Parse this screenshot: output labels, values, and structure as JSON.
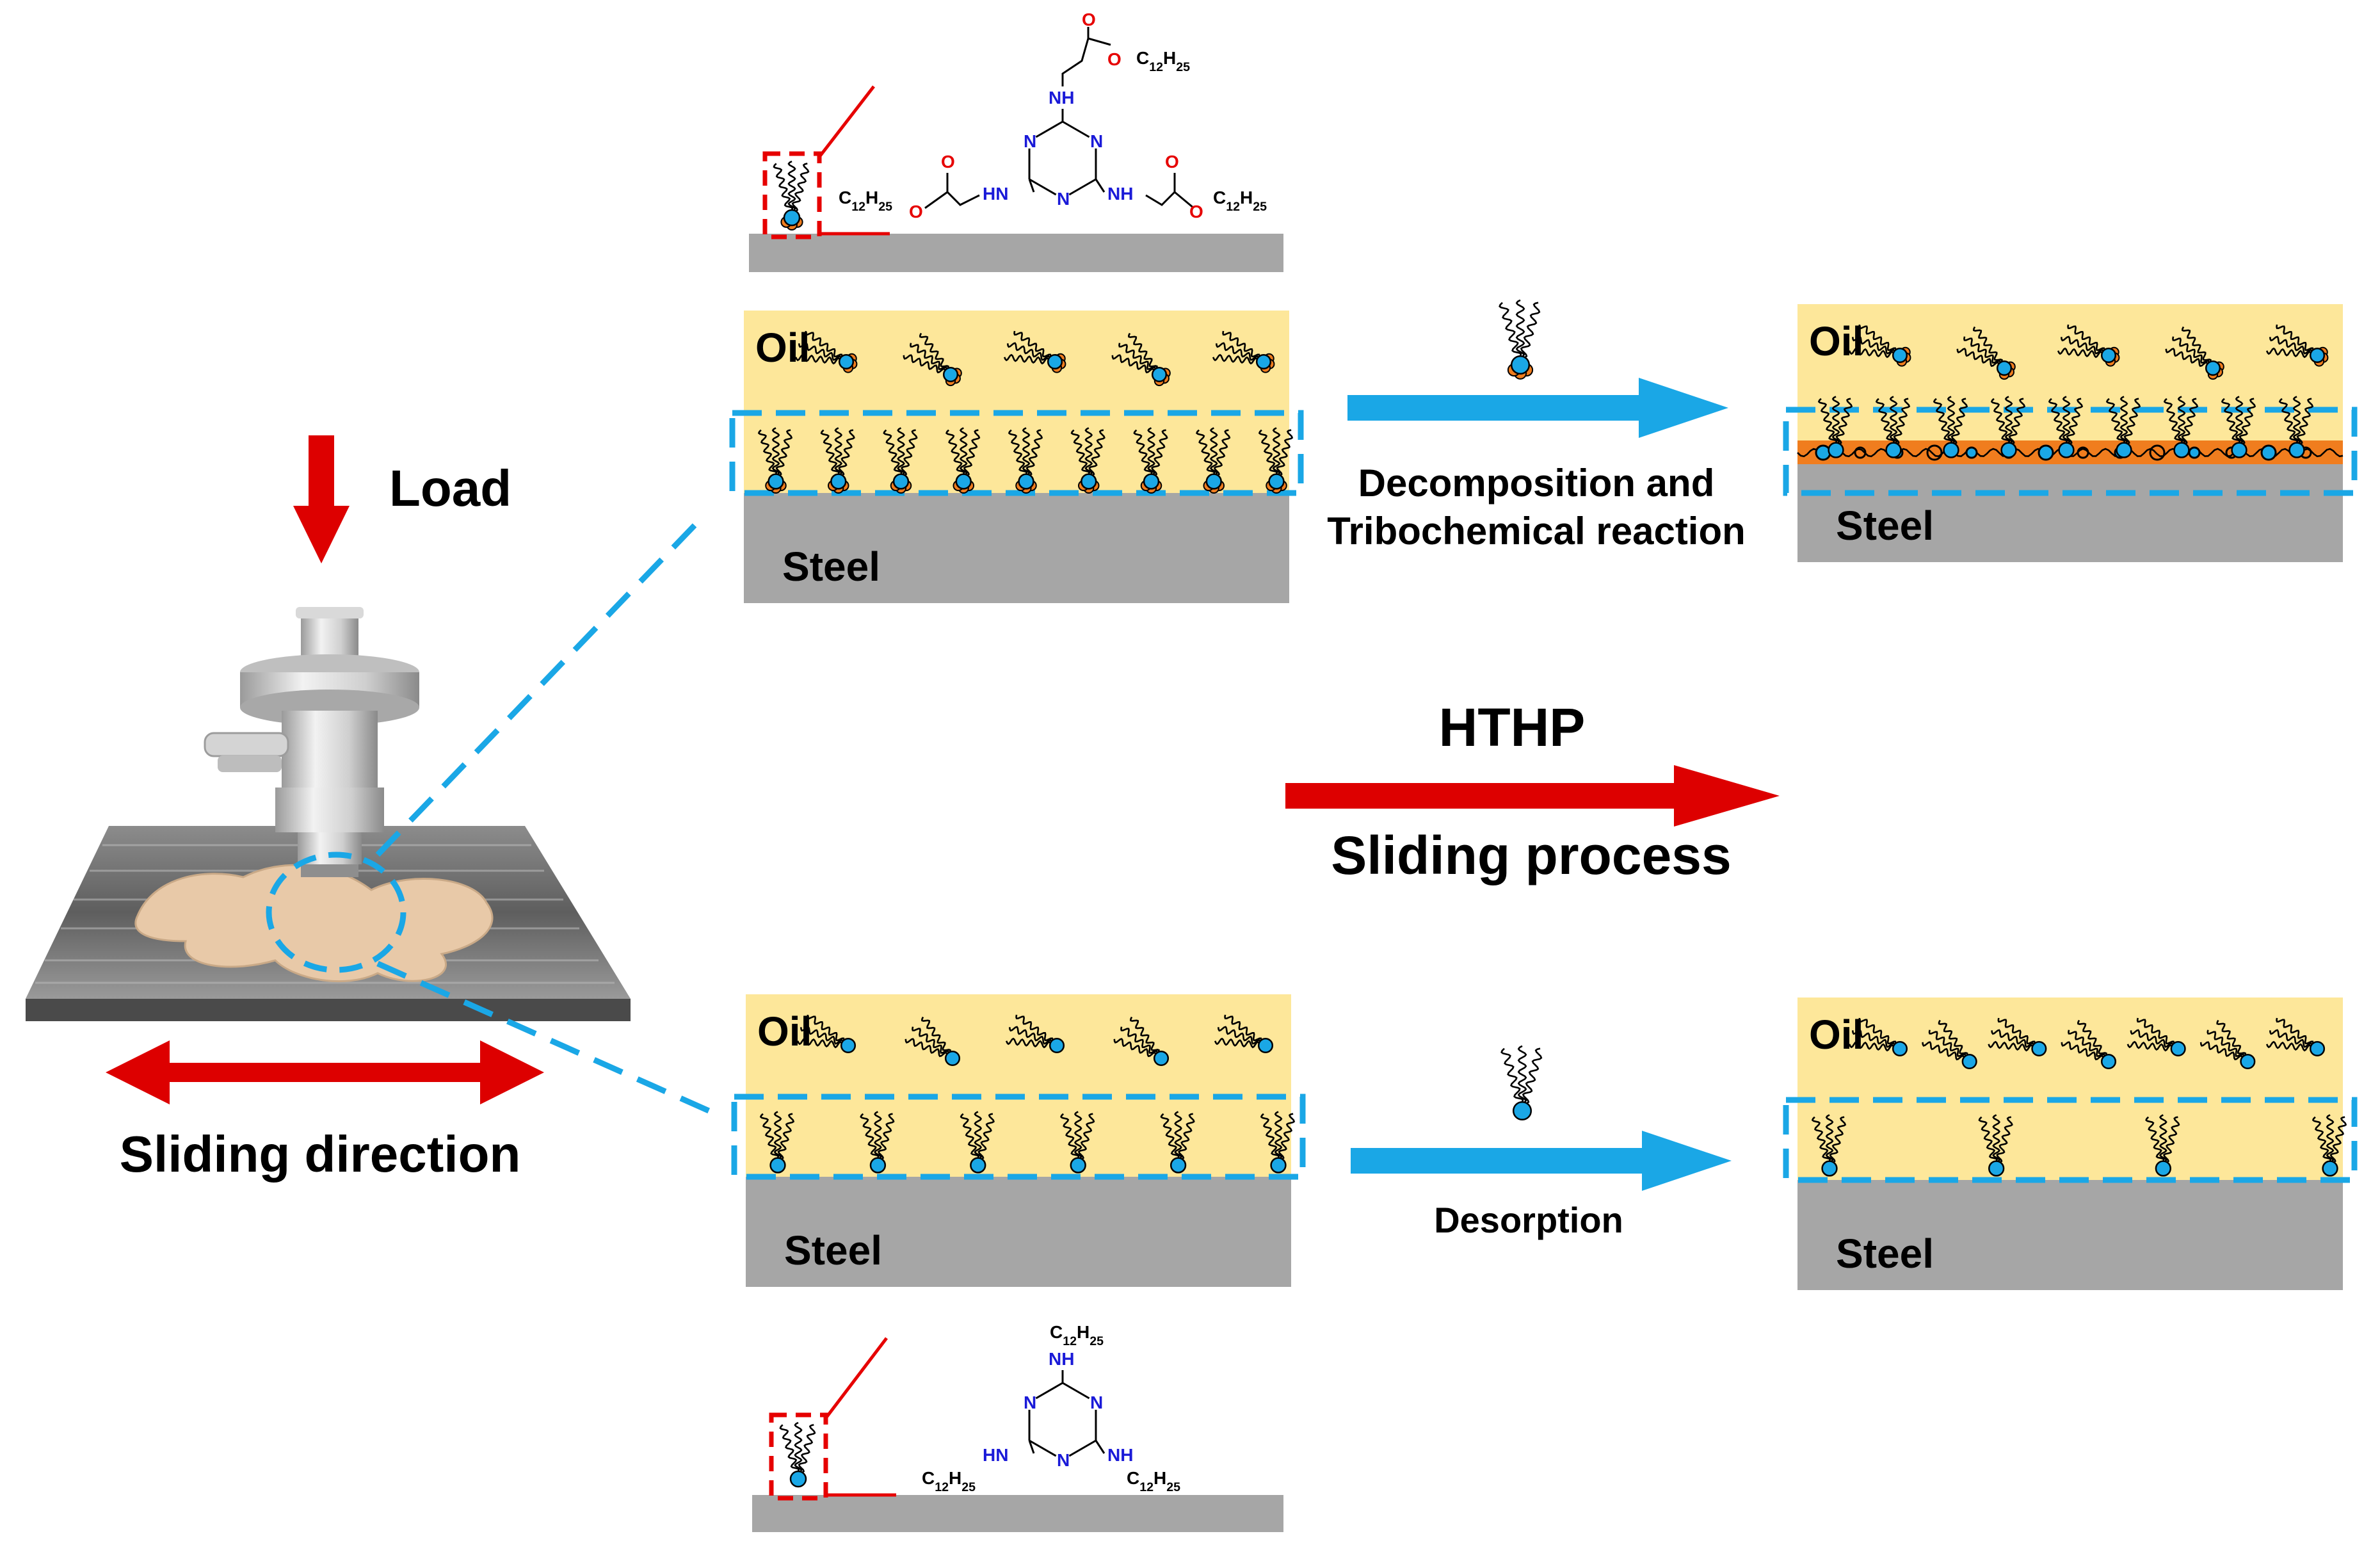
{
  "labels": {
    "load": "Load",
    "sliding_direction": "Sliding direction",
    "oil": "Oil",
    "steel": "Steel",
    "decomposition_line1": "Decomposition and",
    "decomposition_line2": "Tribochemical reaction",
    "hthp": "HTHP",
    "sliding_process": "Sliding process",
    "desorption": "Desorption"
  },
  "chemistry": {
    "alkyl": "C",
    "alkyl_sub1": "12",
    "alkyl_h": "H",
    "alkyl_sub2": "25",
    "amine": "NH",
    "amine_left": "HN",
    "nitrogen": "N",
    "oxygen": "O"
  },
  "colors": {
    "oil": "#fde79a",
    "steel": "#a6a6a6",
    "blue_arrow": "#1aa7e6",
    "red_arrow": "#dd0000",
    "dashed_blue": "#1aa7e6",
    "tribofilm": "#f07d1e",
    "head_blue": "#1aa7e6",
    "head_orange": "#f07d1e",
    "nitrogen_text": "#1a1ad8",
    "oxygen_text": "#e60000"
  }
}
